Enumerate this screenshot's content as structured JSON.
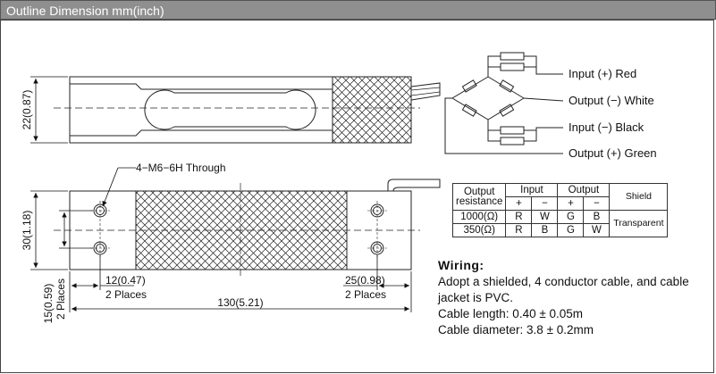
{
  "header": {
    "title": "Outline Dimension mm(inch)"
  },
  "labels": {
    "through_hole": "4−M6−6H Through",
    "height_top": "22(0.87)",
    "height_bottom": "30(1.18)",
    "left_offset": "15(0.59)",
    "left_places": "2 Places",
    "hole_offset_left": "12(0.47)",
    "hole_offset_left_places": "2 Places",
    "hole_offset_right": "25(0.98)",
    "hole_offset_right_places": "2 Places",
    "total_length": "130(5.21)"
  },
  "bridge": {
    "input_pos": "Input (+) Red",
    "output_neg": "Output (−) White",
    "input_neg": "Input (−) Black",
    "output_pos": "Output (+) Green"
  },
  "table": {
    "col_output_resistance_1": "Output",
    "col_output_resistance_2": "resistance",
    "col_input": "Input",
    "col_output": "Output",
    "col_shield": "Shield",
    "plus": "+",
    "minus": "−",
    "rows": [
      {
        "resistance": "1000(Ω)",
        "in_plus": "R",
        "in_minus": "W",
        "out_plus": "G",
        "out_minus": "B"
      },
      {
        "resistance": "350(Ω)",
        "in_plus": "R",
        "in_minus": "B",
        "out_plus": "G",
        "out_minus": "W"
      }
    ],
    "shield": "Transparent"
  },
  "wiring": {
    "title": "Wiring:",
    "line1": "Adopt a shielded, 4 conductor cable, and cable",
    "line2": "jacket is PVC.",
    "line3": "Cable length: 0.40 ± 0.05m",
    "line4": "Cable diameter: 3.8 ± 0.2mm"
  }
}
